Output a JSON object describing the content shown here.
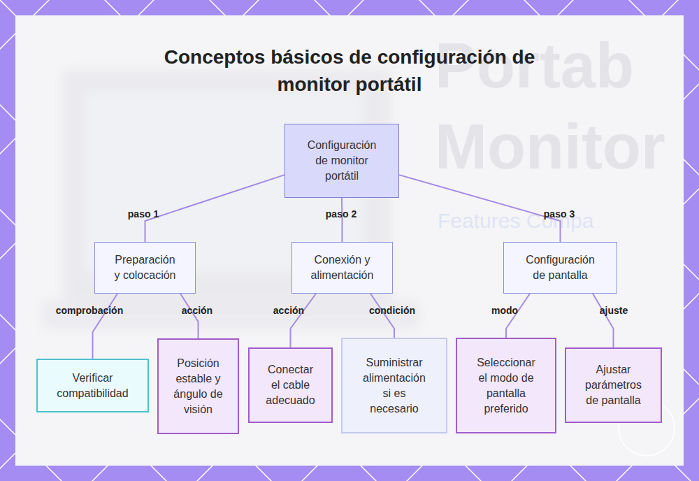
{
  "diagram": {
    "title": "Conceptos básicos de configuración de monitor portátil",
    "nodes": [
      {
        "text": [
          "Configuración de monitor portátil"
        ]
      },
      {
        "text": [
          "Preparación y colocación"
        ]
      },
      {
        "text": [
          "Conexión y alimentación"
        ]
      },
      {
        "text": [
          "Configuración de pantalla"
        ]
      },
      {
        "text": [
          "Verificar compatibilidad"
        ]
      },
      {
        "text": [
          "Posición estable y ángulo de visión"
        ]
      },
      {
        "text": [
          "Conectar el cable adecuado"
        ]
      },
      {
        "text": [
          "Suministrar alimentación si es necesario"
        ]
      },
      {
        "text": [
          "Seleccionar el modo de pantalla preferido"
        ]
      },
      {
        "text": [
          "Ajustar parámetros de pantalla"
        ]
      }
    ],
    "edges": [
      {
        "from": 0,
        "to": 1,
        "arrow": "none",
        "label": "paso 1"
      },
      {
        "from": 0,
        "to": 2,
        "arrow": "none",
        "label": "paso 2"
      },
      {
        "from": 0,
        "to": 3,
        "arrow": "none",
        "label": "paso 3"
      },
      {
        "from": 1,
        "to": 4,
        "arrow": "none",
        "label": "comprobación"
      },
      {
        "from": 1,
        "to": 5,
        "arrow": "none",
        "label": "acción"
      },
      {
        "from": 2,
        "to": 6,
        "arrow": "none",
        "label": "acción"
      },
      {
        "from": 2,
        "to": 7,
        "arrow": "none",
        "label": "condición"
      },
      {
        "from": 3,
        "to": 8,
        "arrow": "none",
        "label": "modo"
      },
      {
        "from": 3,
        "to": 9,
        "arrow": "none",
        "label": "ajuste"
      }
    ],
    "labels": [
      "Portab",
      "Monitor",
      "Features Compa"
    ]
  }
}
